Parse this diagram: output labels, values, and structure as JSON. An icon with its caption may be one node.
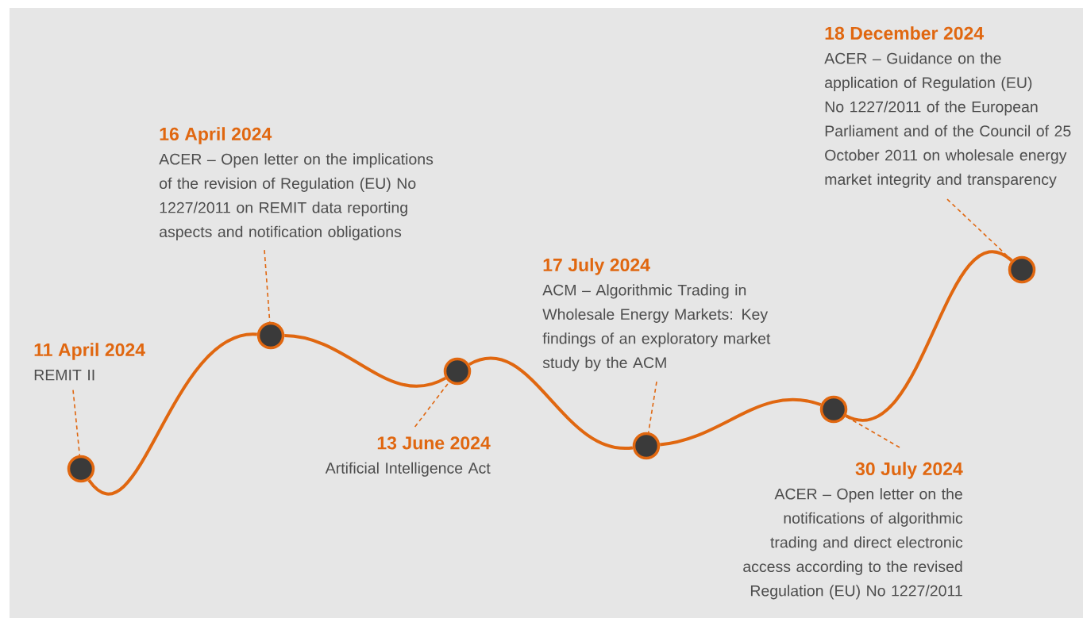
{
  "diagram": {
    "nodes": [
      {
        "text": [
          "11 April 2024",
          "REMIT II"
        ]
      },
      {
        "text": [
          "16 April 2024",
          "ACER – Open letter on the implications of the revision of Regulation (EU) No 1227/2011 on REMIT data reporting aspects and notification obligations"
        ]
      },
      {
        "text": [
          "13 June 2024",
          "Artificial Intelligence Act"
        ]
      },
      {
        "text": [
          "17 July 2024",
          "ACM – Algorithmic Trading in Wholesale Energy Markets: Key findings of an exploratory market study by the ACM"
        ]
      },
      {
        "text": [
          "30 July 2024",
          "ACER – Open letter on the notifications of algorithmic trading and direct electronic access according to the revised Regulation (EU) No 1227/2011"
        ]
      },
      {
        "text": [
          "18 December 2024",
          "ACER – Guidance on the application of Regulation (EU) No 1227/2011 of the European Parliament and of the Council of 25 October 2011 on wholesale energy market integrity and transparency"
        ]
      },
      {
        "text": [],
        "shape": "circle"
      },
      {
        "text": [],
        "shape": "circle"
      },
      {
        "text": [],
        "shape": "circle"
      },
      {
        "text": [],
        "shape": "circle"
      },
      {
        "text": [],
        "shape": "circle"
      },
      {
        "text": [],
        "shape": "circle"
      }
    ],
    "edges": [
      {
        "from": 6,
        "to": 7,
        "arrow": "none",
        "style": "thick"
      },
      {
        "from": 7,
        "to": 8,
        "arrow": "none",
        "style": "thick"
      },
      {
        "from": 8,
        "to": 9,
        "arrow": "none",
        "style": "thick"
      },
      {
        "from": 9,
        "to": 10,
        "arrow": "none",
        "style": "thick"
      },
      {
        "from": 10,
        "to": 11,
        "arrow": "none",
        "style": "thick"
      },
      {
        "from": 0,
        "to": 6,
        "arrow": "none",
        "style": "dashed"
      },
      {
        "from": 1,
        "to": 7,
        "arrow": "none",
        "style": "dashed"
      },
      {
        "from": 2,
        "to": 8,
        "arrow": "none",
        "style": "dashed"
      },
      {
        "from": 3,
        "to": 9,
        "arrow": "none",
        "style": "dashed"
      },
      {
        "from": 4,
        "to": 10,
        "arrow": "none",
        "style": "dashed"
      },
      {
        "from": 5,
        "to": 11,
        "arrow": "none",
        "style": "dashed"
      }
    ]
  }
}
